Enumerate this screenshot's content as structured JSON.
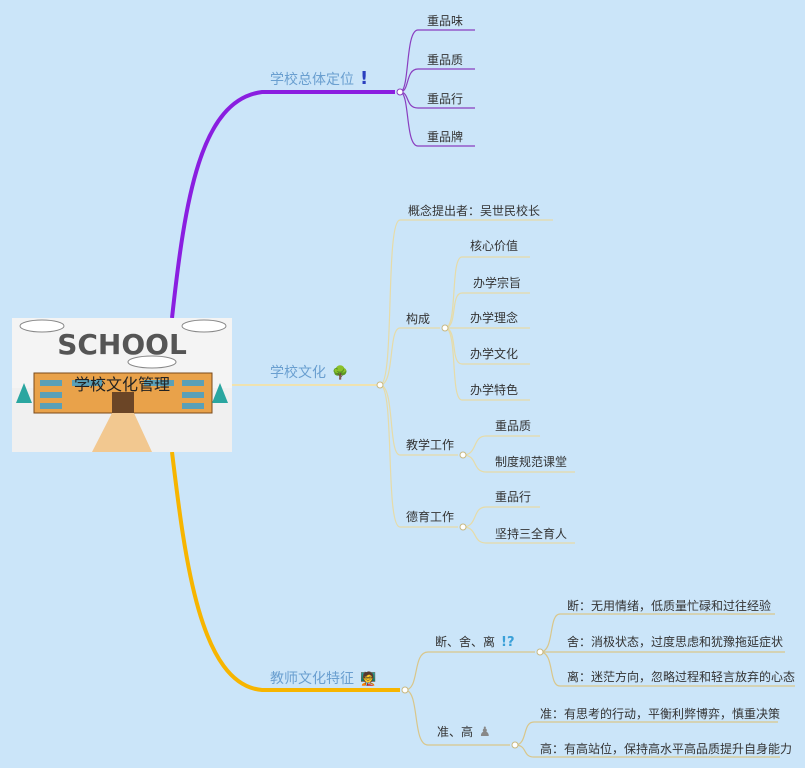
{
  "root": {
    "title": "学校文化管理",
    "image_text": "SCHOOL"
  },
  "branches": [
    {
      "label": "学校总体定位",
      "icon": "exclamation-icon",
      "color": "#8a1ee0",
      "children": [
        {
          "label": "重品味"
        },
        {
          "label": "重品质"
        },
        {
          "label": "重品行"
        },
        {
          "label": "重品牌"
        }
      ]
    },
    {
      "label": "学校文化",
      "icon": "tree-icon",
      "color": "#efe2b0",
      "children": [
        {
          "label": "概念提出者：吴世民校长"
        },
        {
          "label": "构成",
          "children": [
            {
              "label": "核心价值"
            },
            {
              "label": "办学宗旨"
            },
            {
              "label": "办学理念"
            },
            {
              "label": "办学文化"
            },
            {
              "label": "办学特色"
            }
          ]
        },
        {
          "label": "教学工作",
          "children": [
            {
              "label": "重品质"
            },
            {
              "label": "制度规范课堂"
            }
          ]
        },
        {
          "label": "德育工作",
          "children": [
            {
              "label": "重品行"
            },
            {
              "label": "坚持三全育人"
            }
          ]
        }
      ]
    },
    {
      "label": "教师文化特征",
      "icon": "teacher-icon",
      "color": "#f7b500",
      "children": [
        {
          "label": "断、舍、离",
          "icon": "question-icon",
          "children": [
            {
              "label": "断：无用情绪，低质量忙碌和过往经验"
            },
            {
              "label": "舍：消极状态，过度思虑和犹豫拖延症状"
            },
            {
              "label": "离：迷茫方向，忽略过程和轻言放弃的心态"
            }
          ]
        },
        {
          "label": "准、高",
          "icon": "figure-icon",
          "children": [
            {
              "label": "准：有思考的行动，平衡利弊博弈，慎重决策"
            },
            {
              "label": "高：有高站位，保持高水平高品质提升自身能力"
            }
          ]
        }
      ]
    }
  ]
}
